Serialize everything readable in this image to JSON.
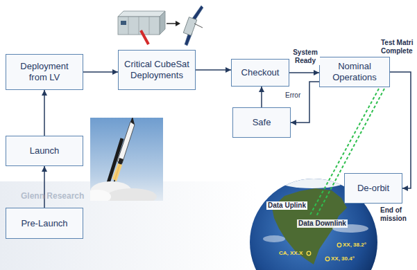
{
  "diagram": {
    "nodes": [
      {
        "text": [
          "Deployment from LV"
        ]
      },
      {
        "text": [
          "Critical CubeSat Deployments"
        ]
      },
      {
        "text": [
          "Checkout"
        ]
      },
      {
        "text": [
          "Nominal Operations"
        ]
      },
      {
        "text": [
          "Safe"
        ]
      },
      {
        "text": [
          "Launch"
        ]
      },
      {
        "text": [
          "De-orbit"
        ]
      },
      {
        "text": [
          "Pre-Launch"
        ]
      }
    ],
    "edges": [
      {
        "from": 7,
        "to": 5,
        "arrow": "to"
      },
      {
        "from": 5,
        "to": 0,
        "arrow": "to"
      },
      {
        "from": 0,
        "to": 1,
        "arrow": "to"
      },
      {
        "from": 1,
        "to": 2,
        "arrow": "to"
      },
      {
        "from": 2,
        "to": 3,
        "label": "System Ready",
        "arrow": "to"
      },
      {
        "from": 3,
        "to": 4,
        "label": "Error",
        "arrow": "to"
      },
      {
        "from": 4,
        "to": 2,
        "arrow": "to"
      },
      {
        "from": 3,
        "to": 6,
        "label": "Test Matri Complete",
        "arrow": "to"
      }
    ],
    "labels": [
      "Glenn Research",
      "Data Uplink",
      "Data Downlink",
      "End of mission",
      "XX, 38.2°",
      "CA, XX.X",
      "XX, 30.4°"
    ]
  }
}
